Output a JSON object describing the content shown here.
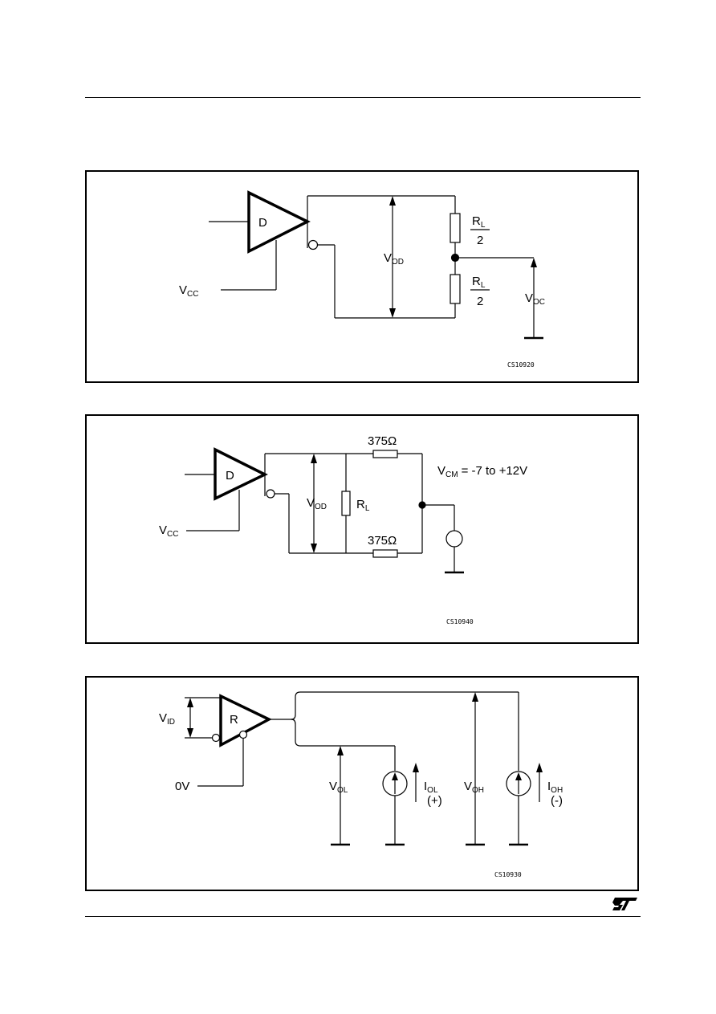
{
  "panels": [
    {
      "driver_letter": "D",
      "vcc_main": "V",
      "vcc_sub": "CC",
      "vod_main": "V",
      "vod_sub": "OD",
      "rl_main": "R",
      "rl_sub": "L",
      "rl_den": "2",
      "voc_main": "V",
      "voc_sub": "OC",
      "code": "CS10920"
    },
    {
      "driver_letter": "D",
      "vcc_main": "V",
      "vcc_sub": "CC",
      "vod_main": "V",
      "vod_sub": "OD",
      "rl_main": "R",
      "rl_sub": "L",
      "r_top": "375Ω",
      "r_bot": "375Ω",
      "vcm_main": "V",
      "vcm_sub": "CM",
      "vcm_value": "=  -7  to  +12V",
      "code": "CS10940"
    },
    {
      "receiver_letter": "R",
      "vid_main": "V",
      "vid_sub": "ID",
      "zero_v": "0V",
      "vol_main": "V",
      "vol_sub": "OL",
      "iol_main": "I",
      "iol_sub": "OL",
      "iol_sign": "(+)",
      "voh_main": "V",
      "voh_sub": "OH",
      "ioh_main": "I",
      "ioh_sub": "OH",
      "ioh_sign": "(-)",
      "code": "CS10930"
    }
  ],
  "brand": "ST"
}
